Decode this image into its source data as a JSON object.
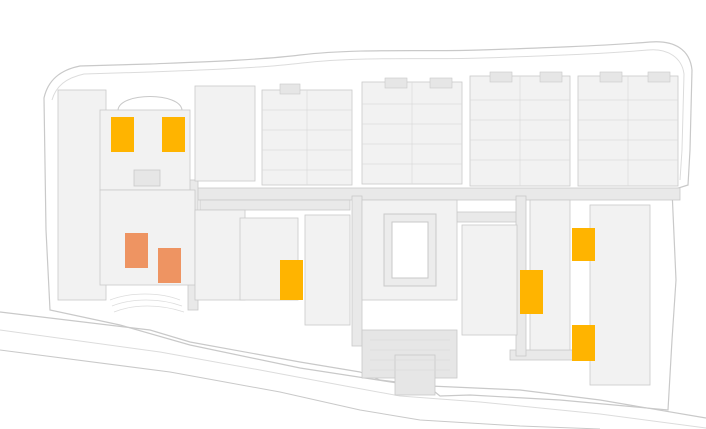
{
  "map": {
    "colors": {
      "background": "#ffffff",
      "line": "#c9c9c9",
      "line_light": "#dcdcdc",
      "building_fill": "#f2f2f2",
      "building_mid": "#e6e6e6",
      "path_fill": "#e9e9e9",
      "highlight_primary": "#ffb400",
      "highlight_secondary": "#ee9462"
    },
    "highlights": [
      {
        "id": "building-a",
        "category": "primary"
      },
      {
        "id": "building-b",
        "category": "primary"
      },
      {
        "id": "building-c",
        "category": "secondary"
      },
      {
        "id": "building-d",
        "category": "secondary"
      },
      {
        "id": "building-e",
        "category": "primary"
      },
      {
        "id": "building-f",
        "category": "primary"
      },
      {
        "id": "building-g",
        "category": "primary"
      },
      {
        "id": "building-h",
        "category": "primary"
      }
    ]
  }
}
